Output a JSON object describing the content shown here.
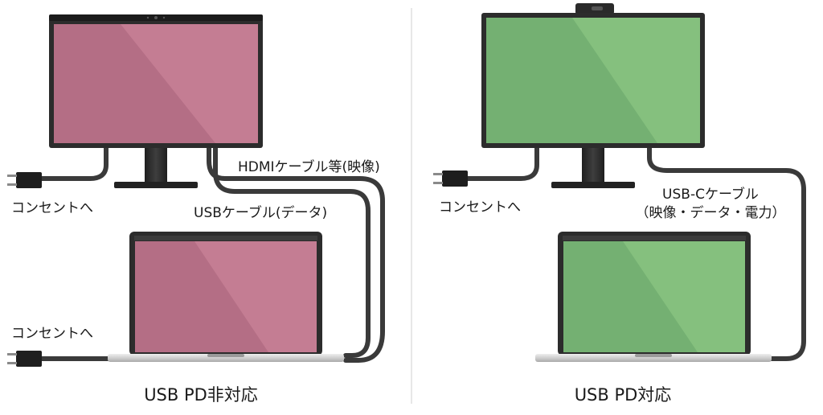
{
  "left_panel": {
    "caption": "USB PD非対応",
    "outlet_label_monitor": "コンセントへ",
    "outlet_label_laptop": "コンセントへ",
    "hdmi_cable_label": "HDMIケーブル等(映像)",
    "usb_cable_label": "USBケーブル(データ)",
    "screen_color": "#b46e85",
    "screen_highlight": "#c47d93"
  },
  "right_panel": {
    "caption": "USB PD対応",
    "outlet_label_monitor": "コンセントへ",
    "usbc_cable_label_line1": "USB-Cケーブル",
    "usbc_cable_label_line2": "（映像・データ・電力）",
    "screen_color": "#74b072",
    "screen_highlight": "#85c07e"
  },
  "colors": {
    "bezel": "#2c2c2c",
    "cable": "#3a3a3a",
    "divider": "#cfcfcf"
  }
}
